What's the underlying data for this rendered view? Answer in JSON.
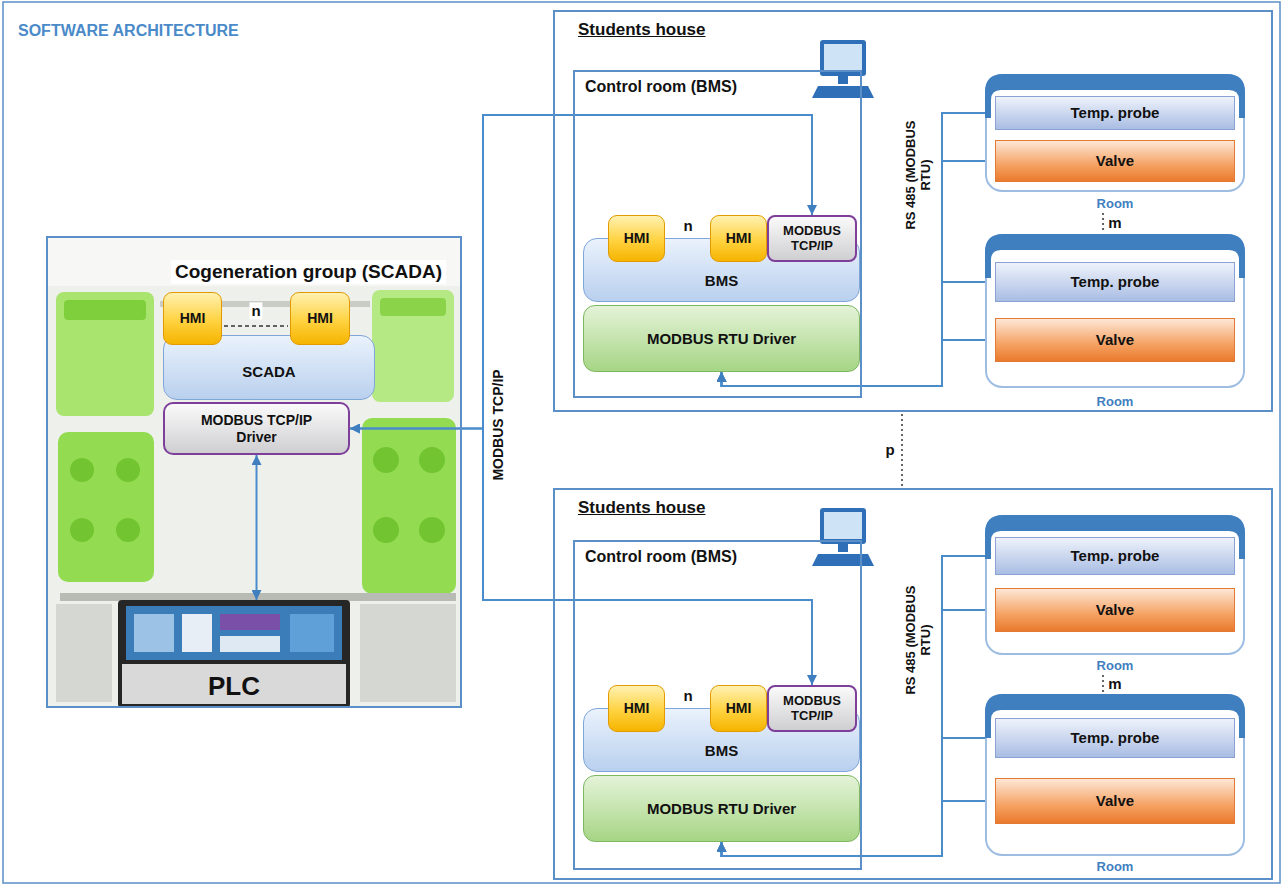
{
  "diagram": {
    "title": "SOFTWARE ARCHITECTURE",
    "nodes": [
      {
        "text": [
          "Cogeneration group (SCADA)"
        ]
      },
      {
        "text": [
          "HMI"
        ],
        "in": 0
      },
      {
        "text": [
          "HMI"
        ],
        "in": 0
      },
      {
        "text": [
          "SCADA"
        ],
        "in": 0
      },
      {
        "text": [
          "MODBUS TCP/IP Driver"
        ],
        "in": 0
      },
      {
        "text": [
          "PLC"
        ],
        "in": 0
      },
      {
        "text": [
          "Students house"
        ]
      },
      {
        "text": [
          "Control room (BMS)"
        ],
        "in": 6
      },
      {
        "text": [
          "HMI"
        ],
        "in": 7
      },
      {
        "text": [
          "HMI"
        ],
        "in": 7
      },
      {
        "text": [
          "MODBUS TCP/IP"
        ],
        "in": 7
      },
      {
        "text": [
          "BMS"
        ],
        "in": 7
      },
      {
        "text": [
          "MODBUS RTU Driver"
        ],
        "in": 7
      },
      {
        "text": [
          "Room"
        ],
        "in": 6
      },
      {
        "text": [
          "Temp. probe"
        ],
        "in": 13
      },
      {
        "text": [
          "Valve"
        ],
        "in": 13
      },
      {
        "text": [
          "Room"
        ],
        "in": 6
      },
      {
        "text": [
          "Temp. probe"
        ],
        "in": 16
      },
      {
        "text": [
          "Valve"
        ],
        "in": 16
      },
      {
        "text": [
          "Students house"
        ]
      },
      {
        "text": [
          "Control room (BMS)"
        ],
        "in": 19
      },
      {
        "text": [
          "HMI"
        ],
        "in": 20
      },
      {
        "text": [
          "HMI"
        ],
        "in": 20
      },
      {
        "text": [
          "MODBUS TCP/IP"
        ],
        "in": 20
      },
      {
        "text": [
          "BMS"
        ],
        "in": 20
      },
      {
        "text": [
          "MODBUS RTU Driver"
        ],
        "in": 20
      },
      {
        "text": [
          "Room"
        ],
        "in": 19
      },
      {
        "text": [
          "Temp. probe"
        ],
        "in": 26
      },
      {
        "text": [
          "Valve"
        ],
        "in": 26
      },
      {
        "text": [
          "Room"
        ],
        "in": 19
      },
      {
        "text": [
          "Temp. probe"
        ],
        "in": 29
      },
      {
        "text": [
          "Valve"
        ],
        "in": 29
      }
    ],
    "edges": [
      {
        "from": 4,
        "to": 10,
        "arrow": "both"
      },
      {
        "from": 4,
        "to": 23,
        "arrow": "both"
      },
      {
        "from": 4,
        "to": 5,
        "arrow": "both"
      },
      {
        "from": 12,
        "to": 14,
        "arrow": "both"
      },
      {
        "from": 12,
        "to": 15,
        "arrow": "both"
      },
      {
        "from": 12,
        "to": 17,
        "arrow": "both"
      },
      {
        "from": 12,
        "to": 18,
        "arrow": "both"
      },
      {
        "from": 25,
        "to": 27,
        "arrow": "both"
      },
      {
        "from": 25,
        "to": 28,
        "arrow": "both"
      },
      {
        "from": 25,
        "to": 30,
        "arrow": "both"
      },
      {
        "from": 25,
        "to": 31,
        "arrow": "both"
      }
    ],
    "labels": [
      "n",
      "n",
      "m",
      "p",
      "n",
      "m",
      "MODBUS TCP/IP",
      "RS 485 (MODBUS RTU)",
      "RS 485 (MODBUS RTU)"
    ]
  }
}
